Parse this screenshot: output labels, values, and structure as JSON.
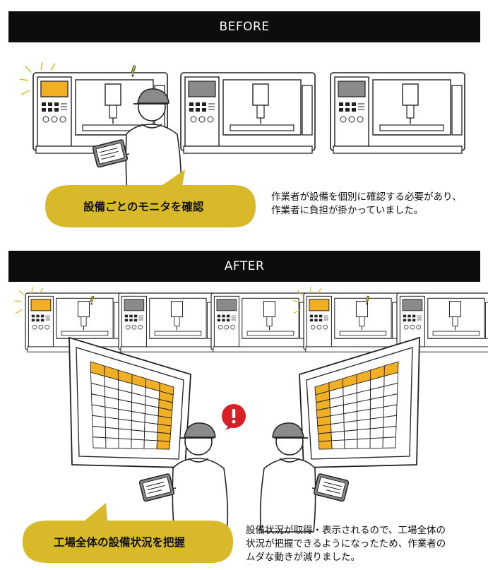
{
  "before": {
    "banner": "BEFORE",
    "bubble": "設備ごとのモニタを確認",
    "description_lines": [
      "作業者が設備を個別に確認する必要があり、",
      "作業者に負担が掛かっていました。"
    ]
  },
  "after": {
    "banner": "AFTER",
    "bubble": "工場全体の設備状況を把握",
    "description_lines": [
      "設備状況が取得・表示されるので、工場全体の",
      "状況が把握できるようになったため、作業者の",
      "ムダな動きが減りました。"
    ]
  },
  "colors": {
    "accent_yellow": "#d8b92a",
    "highlight_yellow": "#f1b024",
    "alert_red": "#d81f26",
    "banner_black": "#0d0d0d",
    "grey_panel": "#8a8a8a"
  },
  "icons": [
    "machine-icon",
    "worker-icon",
    "tablet-icon",
    "alert-icon",
    "dashboard-screen-icon"
  ]
}
